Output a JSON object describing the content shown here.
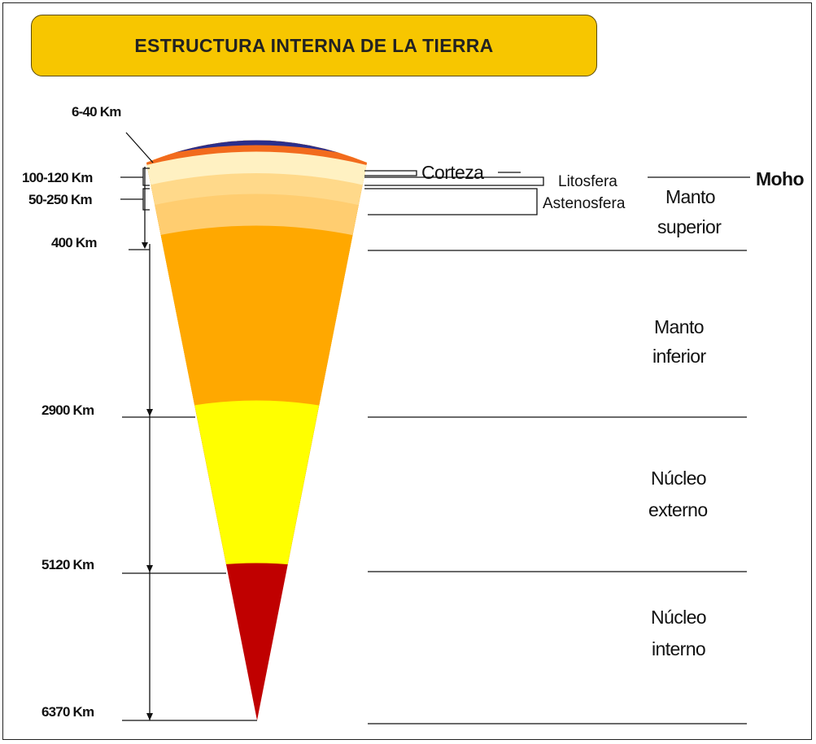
{
  "title": "ESTRUCTURA INTERNA DE LA TIERRA",
  "depths": {
    "crust": "6-40 Km",
    "lithosphere": "100-120 Km",
    "asthenosphere": "50-250 Km",
    "upper_mantle": "400 Km",
    "lower_mantle": "2900 Km",
    "outer_core": "5120 Km",
    "inner_core": "6370 Km"
  },
  "labels": {
    "corteza": "Corteza",
    "litosfera": "Litosfera",
    "astenosfera": "Astenosfera",
    "moho": "Moho",
    "manto_superior_1": "Manto",
    "manto_superior_2": "superior",
    "manto_inferior_1": "Manto",
    "manto_inferior_2": "inferior",
    "nucleo_externo_1": "Núcleo",
    "nucleo_externo_2": "externo",
    "nucleo_interno_1": "Núcleo",
    "nucleo_interno_2": "interno"
  },
  "colors": {
    "title_bg": "#f7c600",
    "crust": "#2b2f8c",
    "lithosphere_mantle": "#f26b1d",
    "asthenosphere_light": "#fff1c2",
    "asthenosphere": "#ffd98a",
    "upper_mantle": "#ffcd70",
    "lower_mantle": "#ffa800",
    "outer_core": "#ffff00",
    "inner_core": "#c00000"
  }
}
